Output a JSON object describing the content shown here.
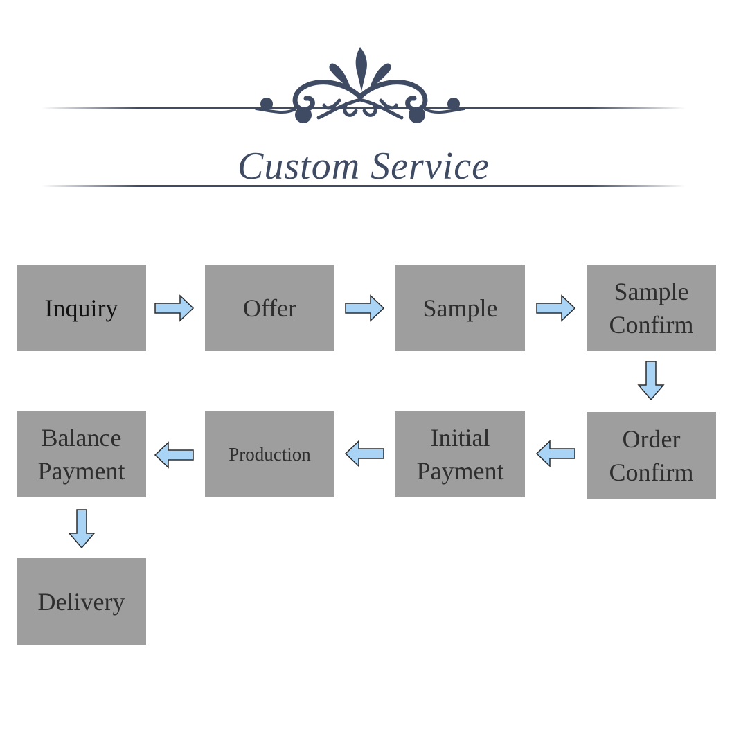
{
  "banner": {
    "title": "Custom Service",
    "ornament_icon": "scroll-flourish-icon",
    "color": "#3f4a63"
  },
  "colors": {
    "box": "#9e9e9e",
    "arrow_fill": "#a9d4f6",
    "arrow_stroke": "#2b2b2b"
  },
  "steps": [
    {
      "label": "Inquiry"
    },
    {
      "label": "Offer"
    },
    {
      "label": "Sample"
    },
    {
      "label": "Sample\nConfirm"
    },
    {
      "label": "Order\nConfirm"
    },
    {
      "label": "Initial\nPayment"
    },
    {
      "label": "Production"
    },
    {
      "label": "Balance\nPayment"
    },
    {
      "label": "Delivery"
    }
  ],
  "arrows": [
    {
      "from": "Inquiry",
      "to": "Offer",
      "direction": "right"
    },
    {
      "from": "Offer",
      "to": "Sample",
      "direction": "right"
    },
    {
      "from": "Sample",
      "to": "Sample\nConfirm",
      "direction": "right"
    },
    {
      "from": "Sample\nConfirm",
      "to": "Order\nConfirm",
      "direction": "down"
    },
    {
      "from": "Order\nConfirm",
      "to": "Initial\nPayment",
      "direction": "left"
    },
    {
      "from": "Initial\nPayment",
      "to": "Production",
      "direction": "left"
    },
    {
      "from": "Production",
      "to": "Balance\nPayment",
      "direction": "left"
    },
    {
      "from": "Balance\nPayment",
      "to": "Delivery",
      "direction": "down"
    }
  ]
}
